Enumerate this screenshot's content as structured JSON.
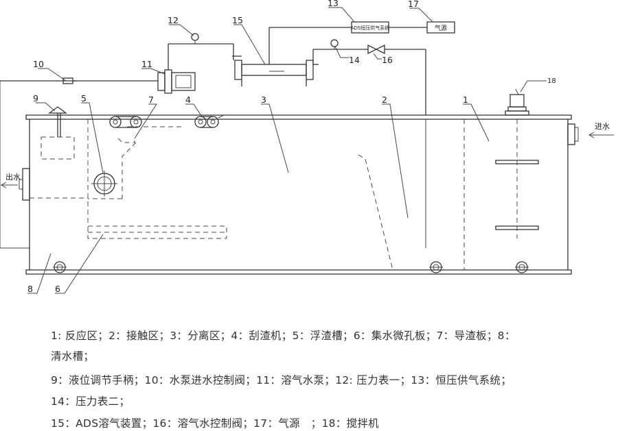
{
  "callouts": {
    "c1": "1",
    "c2": "2",
    "c3": "3",
    "c4": "4",
    "c5": "5",
    "c6": "6",
    "c7": "7",
    "c8": "8",
    "c9": "9",
    "c10": "10",
    "c11": "11",
    "c12": "12",
    "c13": "13",
    "c14": "14",
    "c15": "15",
    "c16": "16",
    "c17": "17",
    "c18": "18"
  },
  "boxes": {
    "ads_system": "ADS恒压供气系统",
    "gas_source": "气源"
  },
  "flow_labels": {
    "inlet": "进水",
    "outlet": "出水"
  },
  "legend_lines": [
    "1: 反应区；2：接触区；3：分离区；4：刮渣机；5：浮渣槽；6：集水微孔板；7：导渣板；8：",
    "清水槽；",
    "9：液位调节手柄；10：水泵进水控制阀；11：溶气水泵；12: 压力表一；13：恒压供气系统；",
    "14：压力表二；",
    "15：ADS溶气装置；16：溶气水控制阀；17：气源　；18：搅拌机"
  ]
}
